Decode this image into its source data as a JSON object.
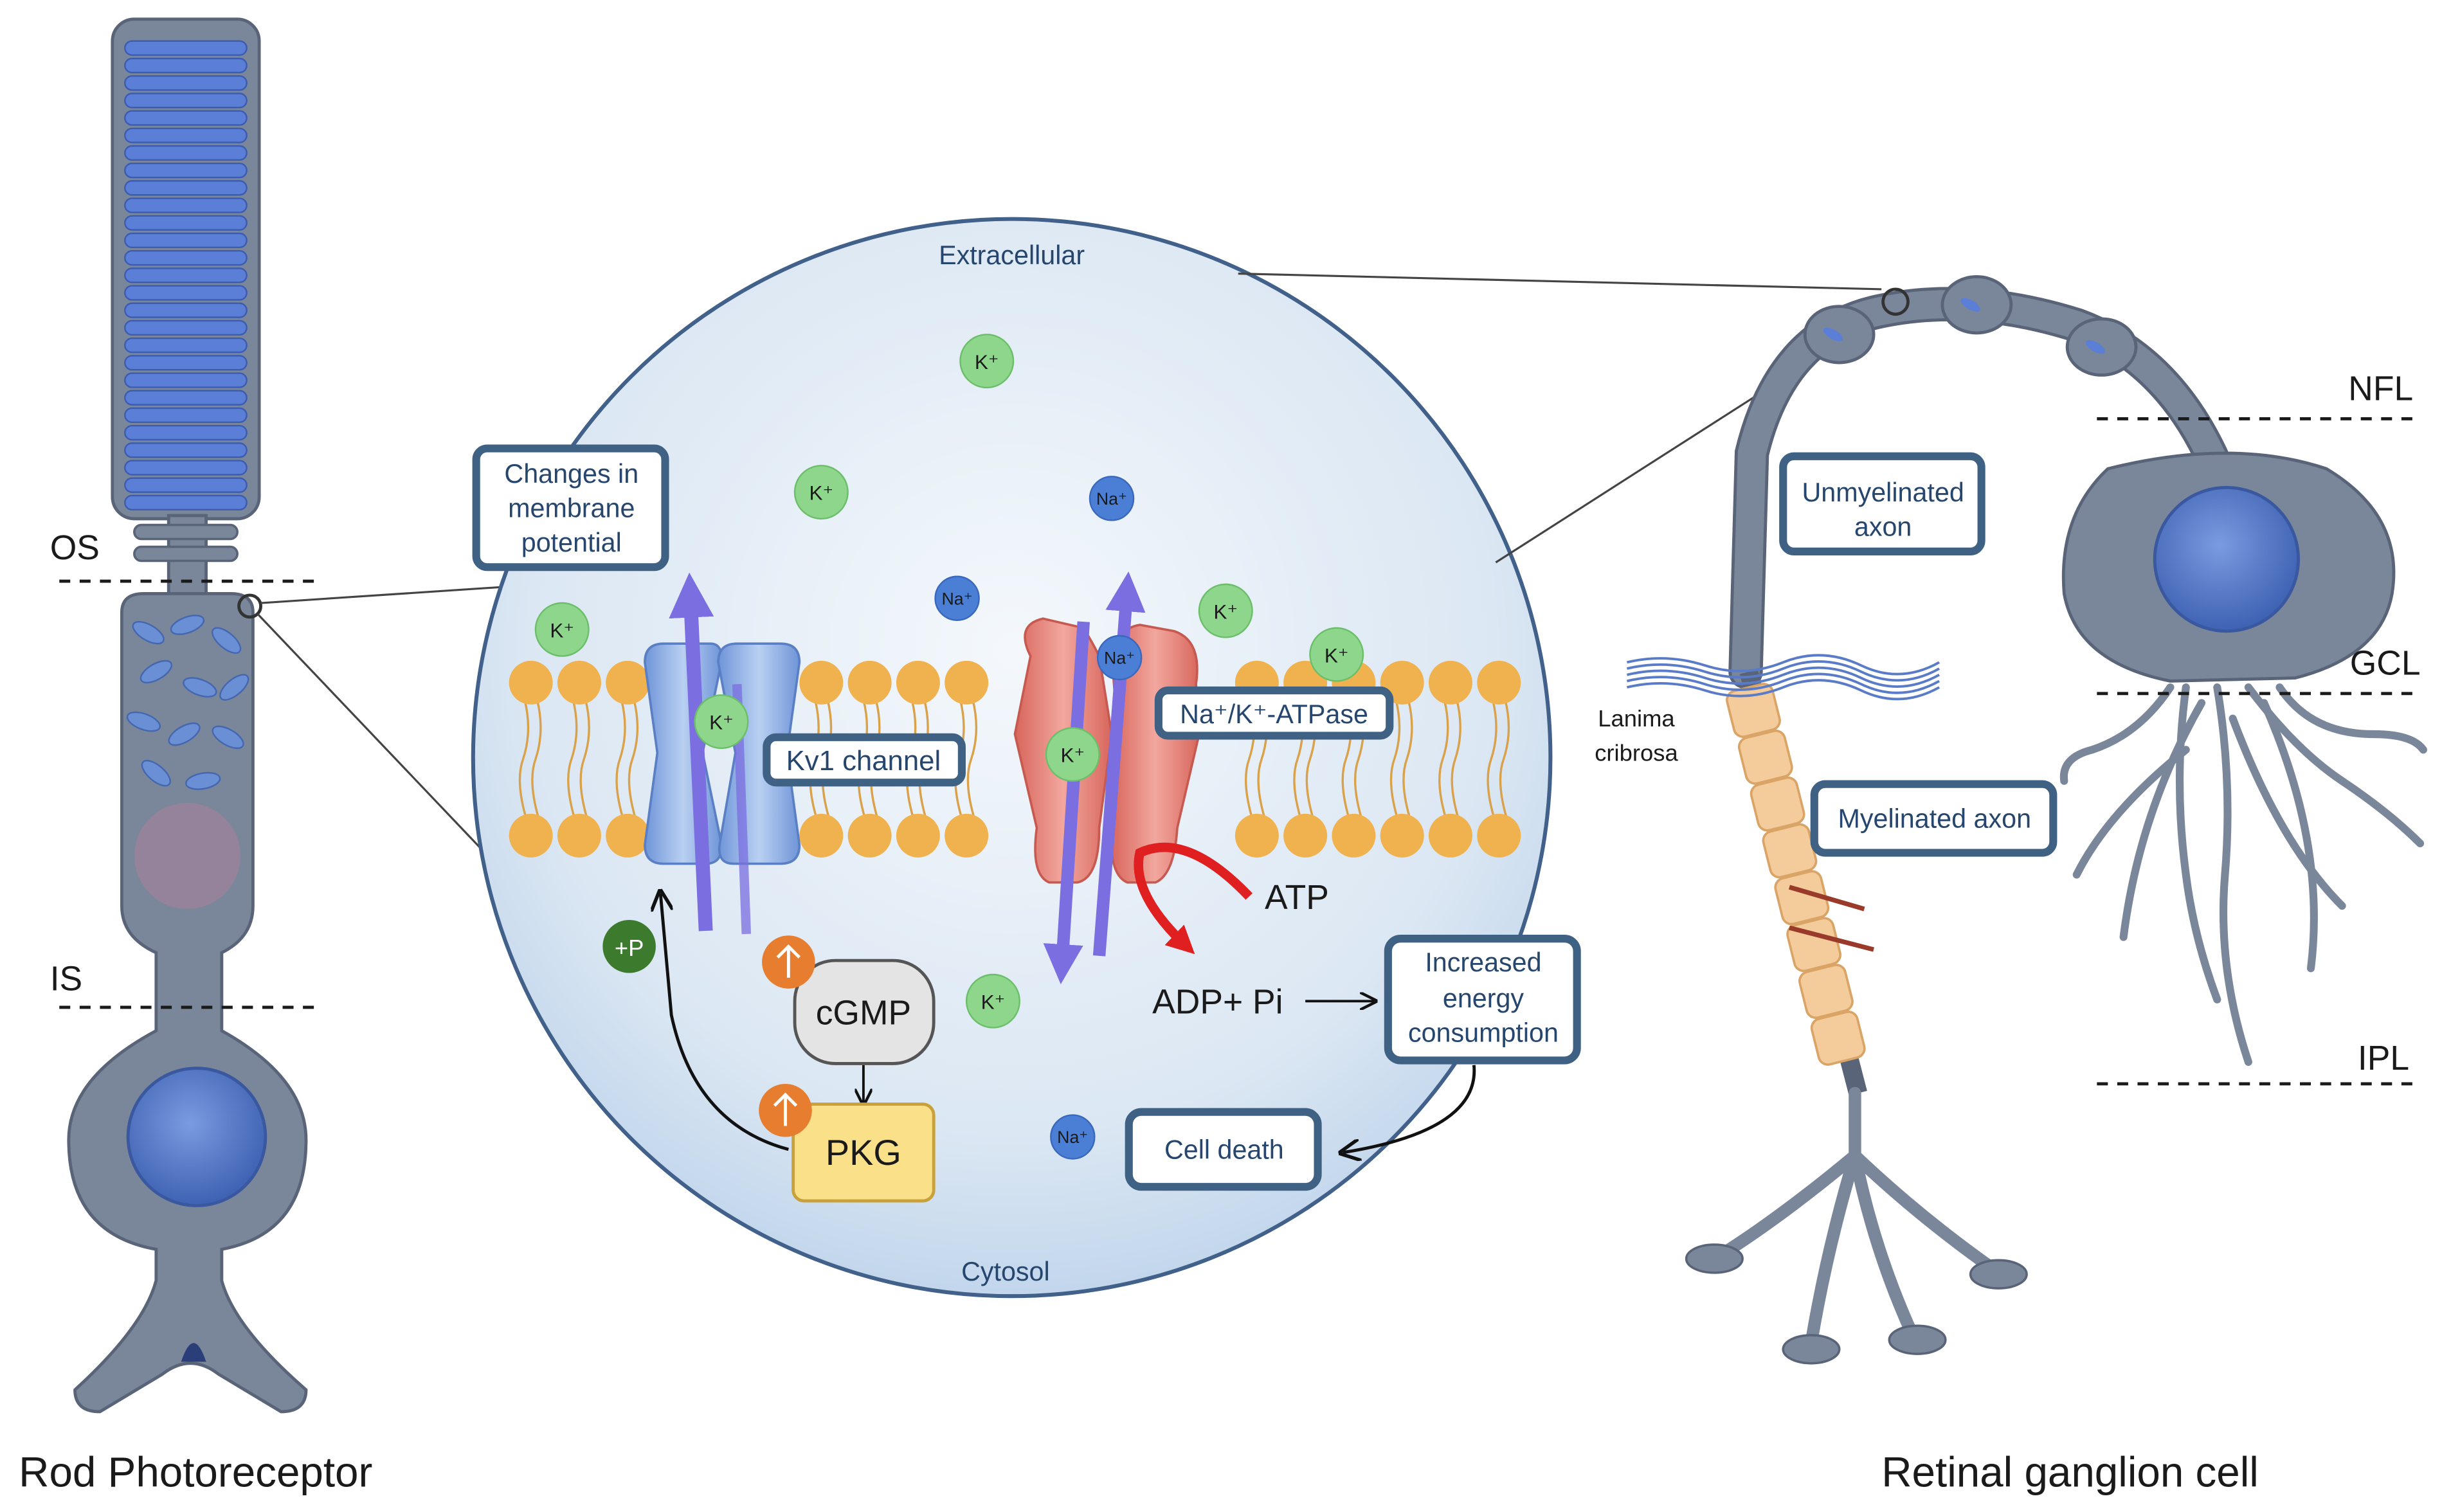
{
  "colors": {
    "membrane_head": "#efb24e",
    "cell_body": "#7a879b",
    "cell_outline": "#5a6478",
    "disc_blue": "#5b7ed6",
    "nucleus": "#4f73c4",
    "potassium_ion": "#8fd68d",
    "sodium_ion": "#4b7fd6",
    "kv1_channel": "#8cb0e8",
    "atpase": "#e9857b",
    "flow_arrow": "#7a6ee0",
    "atp_arrow": "#e02020",
    "upregulated_badge": "#e77d2f",
    "phosphate_badge": "#3c7a2e",
    "pkg_box": "#fbe08a",
    "cgmp_box": "#e4e4e4",
    "myelin": "#f4cb9a",
    "label_box_border": "#3f6184"
  },
  "icons": {
    "membrane_channel": "kv1-channel-icon",
    "pump": "na-k-atpase-icon",
    "upregulation": "up-arrow-badge-icon"
  },
  "rod": {
    "title": "Rod Photoreceptor",
    "layer_os": "OS",
    "layer_is": "IS"
  },
  "ganglion": {
    "title": "Retinal ganglion cell",
    "layer_nfl": "NFL",
    "layer_gcl": "GCL",
    "layer_ipl": "IPL",
    "unmyelinated_line1": "Unmyelinated",
    "unmyelinated_line2": "axon",
    "lamina_line1": "Lanima",
    "lamina_line2": "cribrosa",
    "myelinated": "Myelinated axon"
  },
  "zoom": {
    "extracellular": "Extracellular",
    "cytosol": "Cytosol",
    "membrane_potential_line1": "Changes in",
    "membrane_potential_line2": "membrane",
    "membrane_potential_line3": "potential",
    "kv1_label": "Kv1 channel",
    "atpase_label": "Na⁺/K⁺-ATPase",
    "atp": "ATP",
    "adp": "ADP+ Pi",
    "energy_line1": "Increased",
    "energy_line2": "energy",
    "energy_line3": "consumption",
    "cell_death": "Cell death",
    "cgmp": "cGMP",
    "pkg": "PKG",
    "phosphate": "+P",
    "potassium": "K⁺",
    "sodium": "Na⁺"
  }
}
